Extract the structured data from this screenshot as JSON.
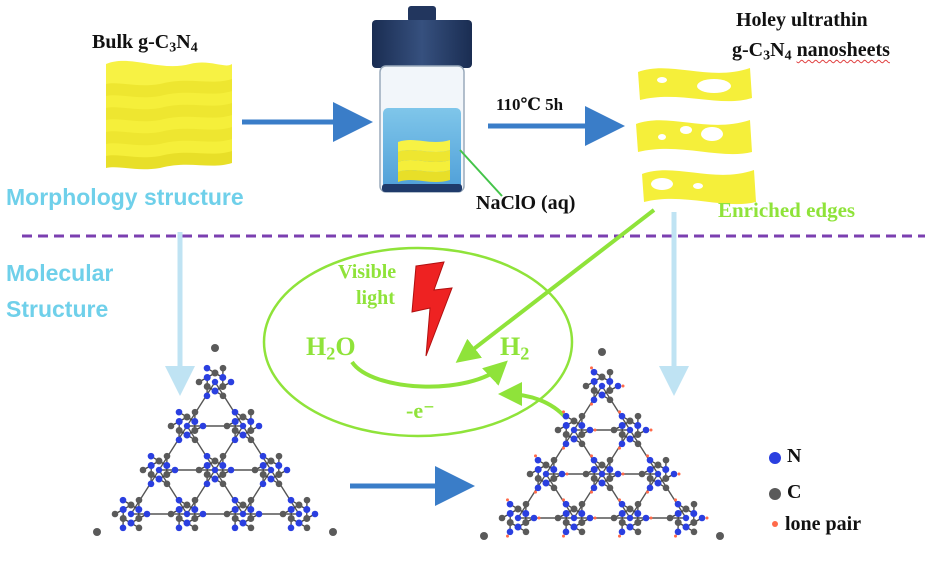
{
  "labels": {
    "bulk_prefix": "Bulk g-C",
    "bulk_c_sub": "3",
    "bulk_n": "N",
    "bulk_n_sub": "4",
    "holey_line1": "Holey ultrathin",
    "holey_prefix": "g-C",
    "holey_c_sub": "3",
    "holey_n": "N",
    "holey_n_sub": "4",
    "holey_suffix": "nanosheets",
    "condition": "110℃ 5h",
    "naclo": "NaClO (aq)",
    "morphology": "Morphology  structure",
    "enriched": "Enriched edges",
    "molecular1": "Molecular",
    "molecular2": "Structure",
    "visible1": "Visible",
    "visible2": "light",
    "h2o_h": "H",
    "h2o_sub": "2",
    "h2o_o": "O",
    "h2_h": "H",
    "h2_sub": "2",
    "electron": "-e⁻"
  },
  "legend": [
    {
      "symbol": "N",
      "color": "#2a3fe0"
    },
    {
      "symbol": "C",
      "color": "#5a5a5a"
    },
    {
      "symbol": "lone pair",
      "color": "#ff6a4a"
    }
  ],
  "colors": {
    "sheet": "#f5ef3a",
    "arrow_blue": "#3a7dc8",
    "arrow_light": "#bfe3f3",
    "green": "#8fe33a",
    "divider": "#7b3fb0",
    "bolt": "#ee2222"
  }
}
